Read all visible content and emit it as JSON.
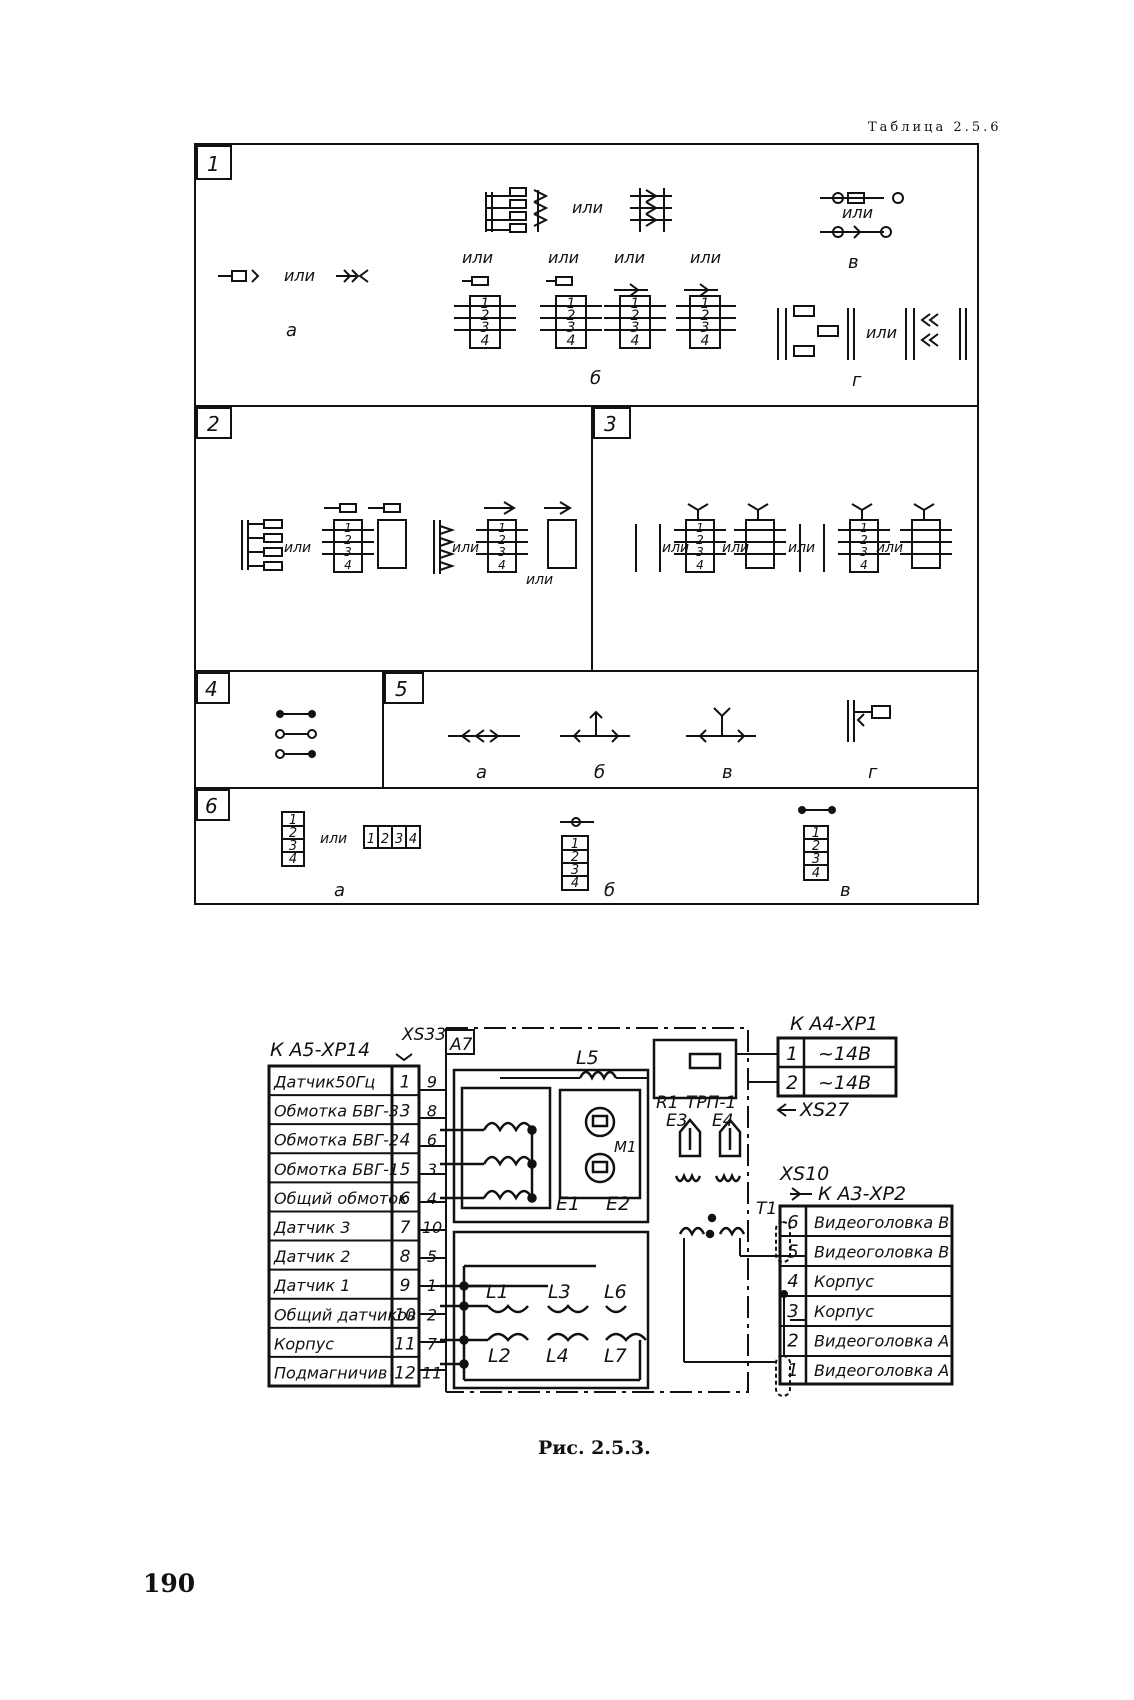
{
  "page": {
    "table_label": "Таблица 2.5.6",
    "figure_caption": "Рис. 2.5.3.",
    "page_number": "190"
  },
  "table": {
    "row_numbers": [
      "1",
      "2",
      "3",
      "4",
      "5",
      "6"
    ],
    "or_word": "или",
    "pin_numbers": [
      "1",
      "2",
      "3",
      "4"
    ],
    "sub_letters": [
      "а",
      "б",
      "в",
      "г"
    ]
  },
  "schematic": {
    "left_connector": {
      "ref": "К А5-ХР14",
      "socket": "XS33",
      "pins": [
        {
          "label": "Датчик50Гц",
          "num": "1",
          "wire": "9"
        },
        {
          "label": "Обмотка БВГ-3",
          "num": "3",
          "wire": "8"
        },
        {
          "label": "Обмотка БВГ-2",
          "num": "4",
          "wire": "6"
        },
        {
          "label": "Обмотка БВГ-1",
          "num": "5",
          "wire": "3"
        },
        {
          "label": "Общий обмоток",
          "num": "6",
          "wire": "4"
        },
        {
          "label": "Датчик 3",
          "num": "7",
          "wire": "10"
        },
        {
          "label": "Датчик 2",
          "num": "8",
          "wire": "5"
        },
        {
          "label": "Датчик 1",
          "num": "9",
          "wire": "1"
        },
        {
          "label": "Общий датчиков",
          "num": "10",
          "wire": "2"
        },
        {
          "label": "Корпус",
          "num": "11",
          "wire": "7"
        },
        {
          "label": "Подмагничив",
          "num": "12",
          "wire": "11"
        }
      ]
    },
    "module": "A7",
    "components": {
      "l5": "L5",
      "m1": "M1",
      "e1": "E1",
      "e2": "E2",
      "r1": "R1",
      "trp": "ТРП-1",
      "e3": "E3",
      "e4": "E4",
      "t1": "T1",
      "l1": "L1",
      "l3": "L3",
      "l6": "L6",
      "l2": "L2",
      "l4": "L4",
      "l7": "L7"
    },
    "top_right_connector": {
      "ref": "К А4-ХР1",
      "socket": "XS27",
      "pins": [
        {
          "num": "1",
          "label": "~14В"
        },
        {
          "num": "2",
          "label": "~14В"
        }
      ]
    },
    "right_connector": {
      "ref": "К А3-ХР2",
      "socket": "XS10",
      "pins": [
        {
          "num": "6",
          "label": "Видеоголовка В"
        },
        {
          "num": "5",
          "label": "Видеоголовка В"
        },
        {
          "num": "4",
          "label": "Корпус"
        },
        {
          "num": "3",
          "label": "Корпус"
        },
        {
          "num": "2",
          "label": "Видеоголовка А"
        },
        {
          "num": "1",
          "label": "Видеоголовка А"
        }
      ]
    }
  }
}
